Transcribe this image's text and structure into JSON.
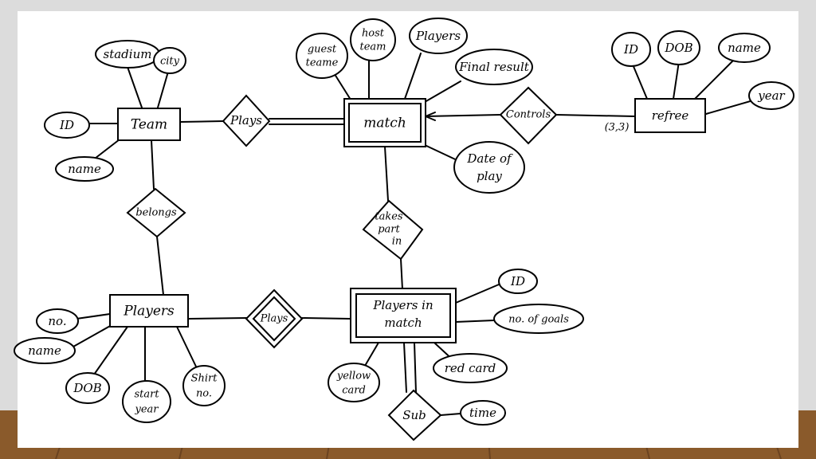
{
  "colors": {
    "wall": "#dcdcdc",
    "paper": "#ffffff",
    "floor": "#8a5a2b",
    "ink": "#000000"
  },
  "entities": {
    "team": "Team",
    "match": "match",
    "referee": "refree",
    "players": "Players",
    "players_in_match": [
      "Players in",
      "match"
    ]
  },
  "relationships": {
    "plays_team_match": "Plays",
    "controls": "Controls",
    "belongs": "belongs",
    "takes_part_in": [
      "takes",
      "part",
      "in"
    ],
    "plays_players": "Plays",
    "sub": "Sub"
  },
  "attributes": {
    "team": {
      "stadium": "stadium",
      "city": "city",
      "id": "ID",
      "name": "name"
    },
    "match": {
      "guest_team": [
        "guest",
        "teame"
      ],
      "host_team": [
        "host",
        "team"
      ],
      "players": "Players",
      "final_result": "Final result",
      "date_of_play": [
        "Date of",
        "play"
      ]
    },
    "referee": {
      "id": "ID",
      "dob": "DOB",
      "name": "name",
      "year": "year"
    },
    "players": {
      "no": "no.",
      "name": "name",
      "dob": "DOB",
      "start_year": [
        "start",
        "year"
      ],
      "shirt_no": [
        "Shirt",
        "no."
      ]
    },
    "players_in_match": {
      "id": "ID",
      "no_of_goals": "no. of goals",
      "yellow_card": [
        "yellow",
        "card"
      ],
      "red_card": "red card"
    },
    "sub": {
      "time": "time"
    }
  },
  "cardinality": {
    "referee_controls": "(3,3)"
  }
}
